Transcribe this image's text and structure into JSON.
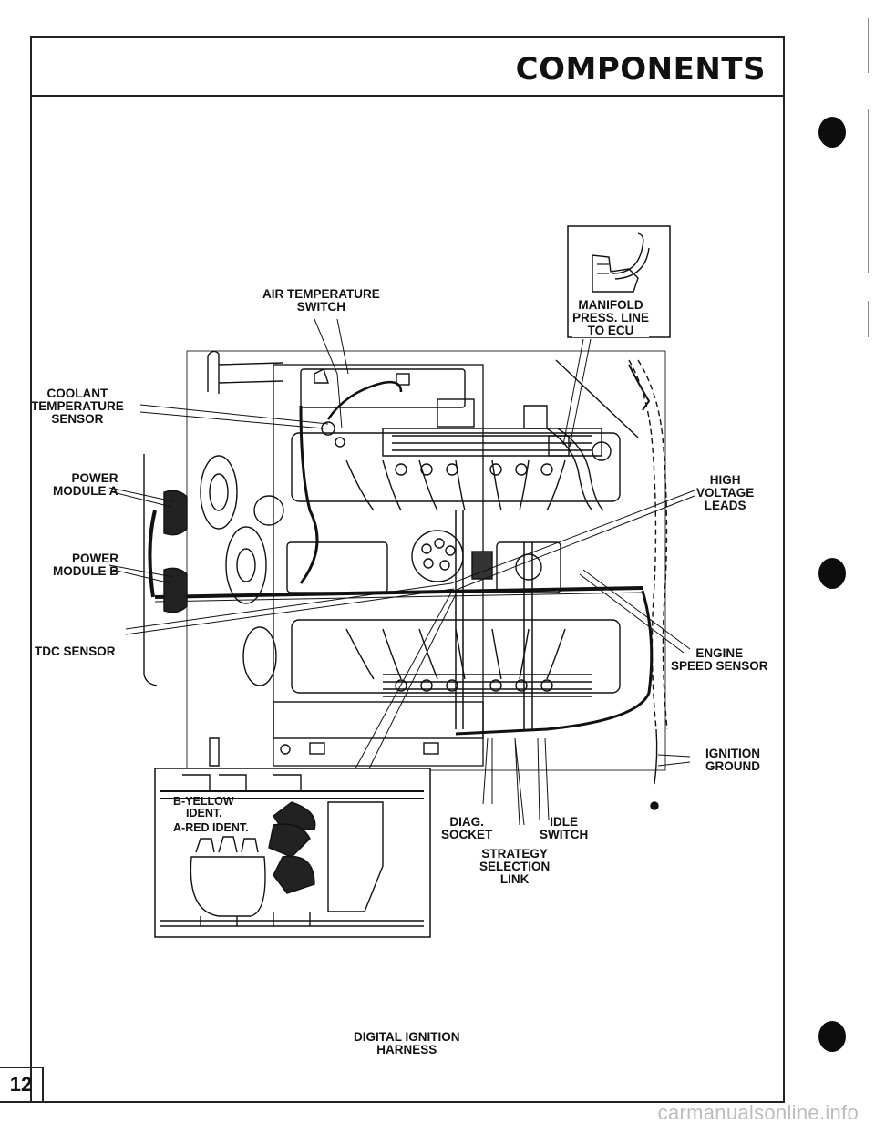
{
  "header": {
    "title": "COMPONENTS"
  },
  "page": {
    "number": "12"
  },
  "labels": {
    "air_temperature_switch": [
      "AIR TEMPERATURE",
      "SWITCH"
    ],
    "manifold_press_line": [
      "MANIFOLD",
      "PRESS. LINE",
      "TO ECU"
    ],
    "coolant_temperature_sensor": [
      "COOLANT",
      "TEMPERATURE",
      "SENSOR"
    ],
    "power_module_a": [
      "POWER",
      "MODULE A"
    ],
    "power_module_b": [
      "POWER",
      "MODULE B"
    ],
    "tdc_sensor": [
      "TDC SENSOR"
    ],
    "high_voltage_leads": [
      "HIGH",
      "VOLTAGE",
      "LEADS"
    ],
    "engine_speed_sensor": [
      "ENGINE",
      "SPEED SENSOR"
    ],
    "ignition_ground": [
      "IGNITION",
      "GROUND"
    ],
    "diag_socket": [
      "DIAG.",
      "SOCKET"
    ],
    "idle_switch": [
      "IDLE",
      "SWITCH"
    ],
    "strategy_selection_link": [
      "STRATEGY",
      "SELECTION",
      "LINK"
    ],
    "b_yellow_ident": [
      "B-YELLOW",
      "IDENT."
    ],
    "a_red_ident": [
      "A-RED IDENT."
    ]
  },
  "caption": [
    "DIGITAL IGNITION",
    "HARNESS"
  ],
  "footer": {
    "watermark": "carmanualsonline.info"
  },
  "colors": {
    "ink": "#111111",
    "bullet": "#0d0d0d",
    "watermark": "#bcbcbc"
  }
}
